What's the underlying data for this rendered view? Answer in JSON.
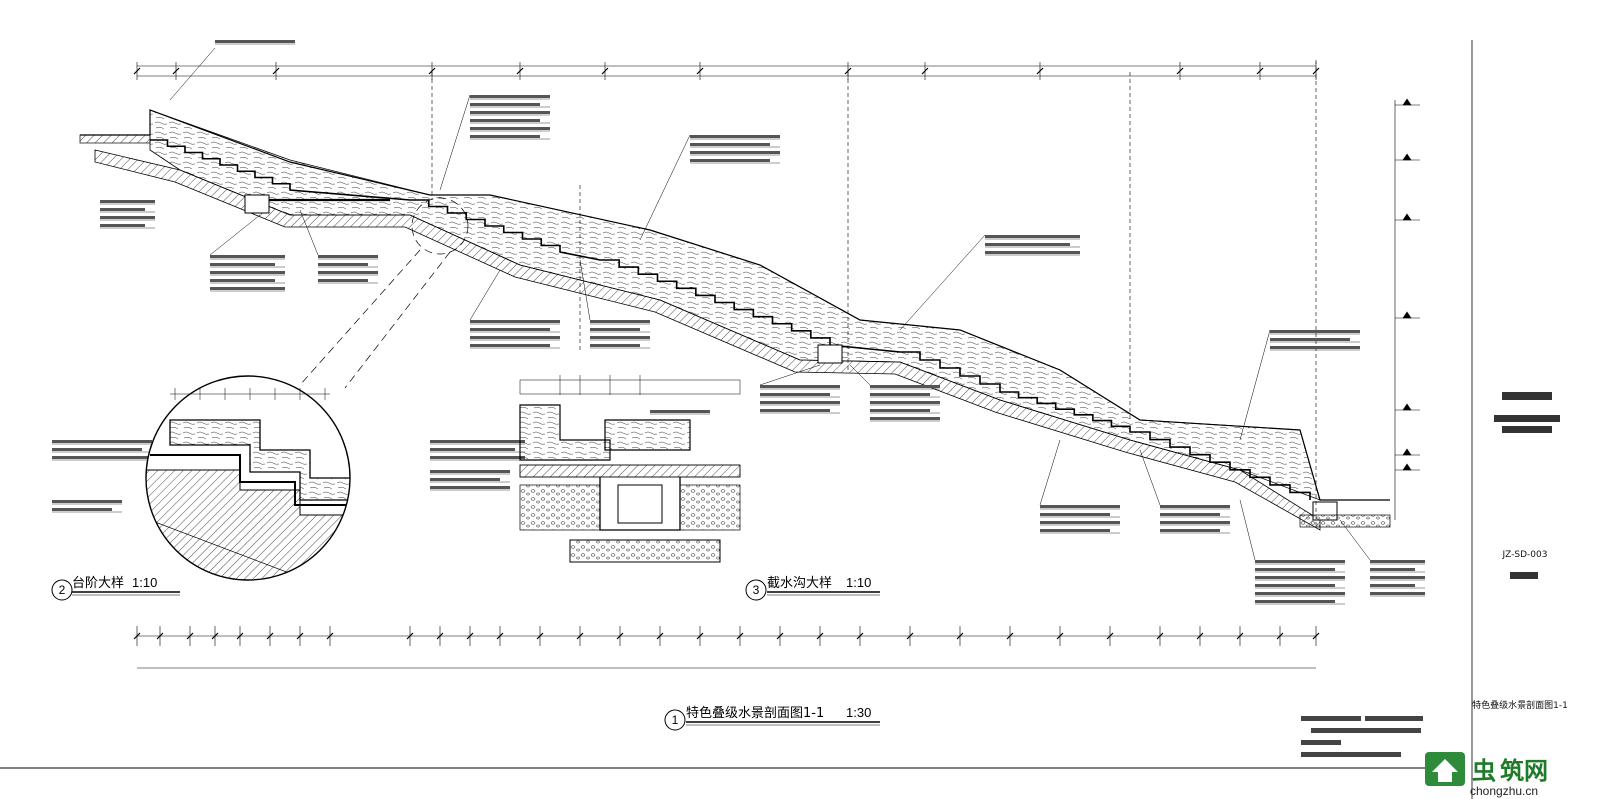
{
  "titles": {
    "main": {
      "number": "1",
      "label": "特色叠级水景剖面图1-1",
      "scale": "1:30"
    },
    "detail_step": {
      "number": "2",
      "label": "台阶大样",
      "scale": "1:10"
    },
    "detail_drain": {
      "number": "3",
      "label": "截水沟大样",
      "scale": "1:10"
    }
  },
  "watermark": {
    "brand": "筑网",
    "glyph": "虫",
    "url": "chongzhu.cn"
  },
  "title_block": {
    "drawing_code": "JZ-SD-003",
    "drawing_name": "特色叠级水景剖面图1-1"
  },
  "colors": {
    "line": "#000000",
    "brand": "#1f7a2a",
    "paper": "#ffffff"
  }
}
